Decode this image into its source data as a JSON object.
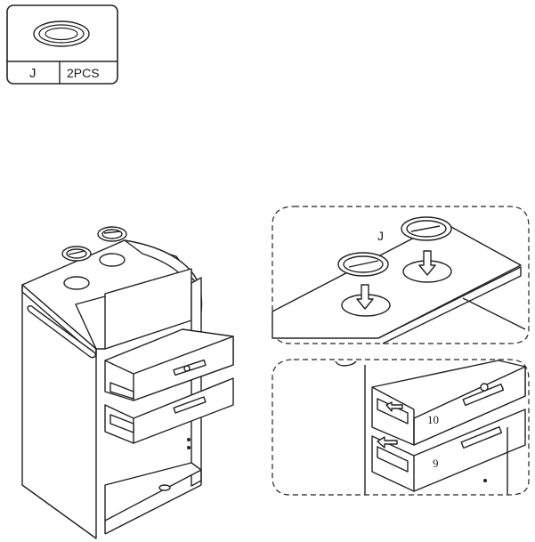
{
  "part": {
    "letter": "J",
    "quantity": "2PCS"
  },
  "detail_top": {
    "part_label": "J"
  },
  "detail_bottom": {
    "drawer_upper_number": "10",
    "drawer_lower_number": "9"
  }
}
